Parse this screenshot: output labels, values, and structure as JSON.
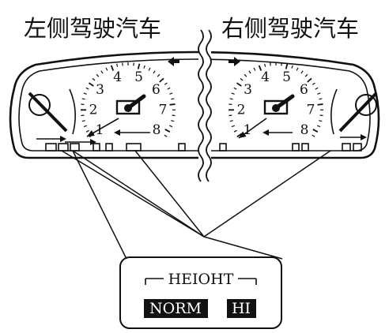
{
  "headings": {
    "left": "左侧驾驶汽车",
    "right": "右侧驾驶汽车"
  },
  "tachometer": {
    "numbers": [
      "1",
      "2",
      "3",
      "4",
      "5",
      "6",
      "7",
      "8"
    ]
  },
  "switch_panel": {
    "title": "HEIOHT",
    "options": [
      "NORM",
      "HI"
    ]
  },
  "colors": {
    "ink": "#111111",
    "paper": "#ffffff"
  }
}
